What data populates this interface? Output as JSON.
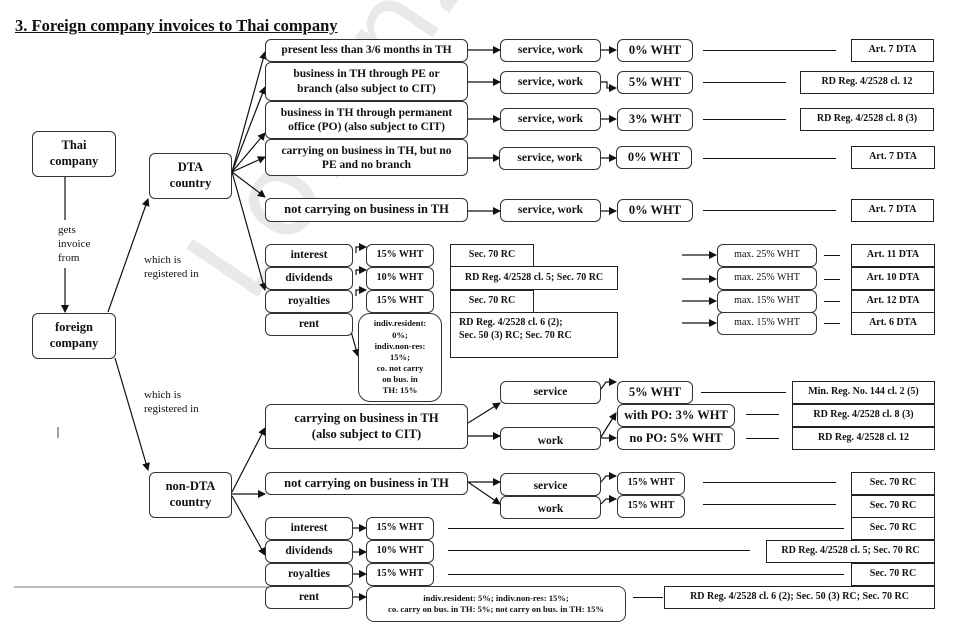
{
  "title": "3. Foreign company invoices to Thai company",
  "watermark": "Lorenz & Partners",
  "left_flow": {
    "thai_company": "Thai company",
    "gets_invoice_from": [
      "gets",
      "invoice",
      "from"
    ],
    "foreign_company": "foreign company",
    "registered_in_top": [
      "which is",
      "registered in"
    ],
    "registered_in_bottom": [
      "which is",
      "registered in"
    ],
    "dta_country": [
      "DTA",
      "country"
    ],
    "non_dta_country": [
      "non-DTA",
      "country"
    ]
  },
  "dta": {
    "business_rows": [
      {
        "condition": "present less than 3/6 months in TH",
        "income": "service, work",
        "wht": "0% WHT",
        "reference": "Art. 7 DTA"
      },
      {
        "condition": "business in TH through PE or branch (also subject to CIT)",
        "income": "service, work",
        "wht": "5% WHT",
        "reference": "RD Reg. 4/2528 cl. 12"
      },
      {
        "condition": "business in TH through permanent office (PO) (also subject to CIT)",
        "income": "service, work",
        "wht": "3% WHT",
        "reference": "RD Reg. 4/2528 cl. 8 (3)"
      },
      {
        "condition": "carrying on business in TH, but no PE and no branch",
        "income": "service, work",
        "wht": "0% WHT",
        "reference": "Art. 7 DTA"
      },
      {
        "condition": "not carrying on business in TH",
        "income": "service, work",
        "wht": "0% WHT",
        "reference": "Art. 7 DTA"
      }
    ],
    "passive_rows": [
      {
        "type": "interest",
        "wht": "15% WHT",
        "domestic_ref": "Sec. 70 RC",
        "dta_max": "max. 25% WHT",
        "dta_ref": "Art. 11 DTA"
      },
      {
        "type": "dividends",
        "wht": "10% WHT",
        "domestic_ref": "RD Reg. 4/2528 cl. 5; Sec. 70 RC",
        "dta_max": "max. 25% WHT",
        "dta_ref": "Art. 10 DTA"
      },
      {
        "type": "royalties",
        "wht": "15% WHT",
        "domestic_ref": "Sec. 70 RC",
        "dta_max": "max. 15% WHT",
        "dta_ref": "Art. 12 DTA"
      },
      {
        "type": "rent",
        "wht": "",
        "domestic_ref_lines": [
          "RD Reg. 4/2528 cl. 6 (2);",
          "Sec. 50 (3) RC; Sec. 70 RC"
        ],
        "dta_max": "max. 15% WHT",
        "dta_ref": "Art. 6 DTA"
      }
    ],
    "rent_detail": [
      "indiv.resident:",
      "0%;",
      "indiv.non-res:",
      "15%;",
      "co. not carry",
      "on bus. in",
      "TH: 15%"
    ]
  },
  "non_dta": {
    "carrying": {
      "condition": [
        "carrying on business in TH",
        "(also subject to CIT)"
      ],
      "service": {
        "label": "service",
        "wht": "5% WHT",
        "reference": "Min. Reg. No. 144 cl. 2 (5)"
      },
      "work": {
        "label": "work",
        "with_po": {
          "wht": "with PO: 3% WHT",
          "reference": "RD Reg. 4/2528 cl. 8 (3)"
        },
        "no_po": {
          "wht": "no PO: 5% WHT",
          "reference": "RD Reg. 4/2528 cl. 12"
        }
      }
    },
    "not_carrying": {
      "condition": "not carrying on business in TH",
      "service": {
        "label": "service",
        "wht": "15% WHT",
        "reference": "Sec. 70 RC"
      },
      "work": {
        "label": "work",
        "wht": "15% WHT",
        "reference": "Sec. 70 RC"
      }
    },
    "passive_rows": [
      {
        "type": "interest",
        "wht": "15% WHT",
        "reference": "Sec. 70 RC"
      },
      {
        "type": "dividends",
        "wht": "10% WHT",
        "reference": "RD Reg. 4/2528 cl. 5; Sec. 70 RC"
      },
      {
        "type": "royalties",
        "wht": "15% WHT",
        "reference": "Sec. 70 RC"
      },
      {
        "type": "rent",
        "wht_lines": [
          "indiv.resident: 5%; indiv.non-res: 15%;",
          "co. carry on bus. in TH: 5%; not carry on bus. in TH: 15%"
        ],
        "reference": "RD Reg. 4/2528 cl. 6 (2); Sec. 50 (3) RC; Sec. 70 RC"
      }
    ]
  }
}
